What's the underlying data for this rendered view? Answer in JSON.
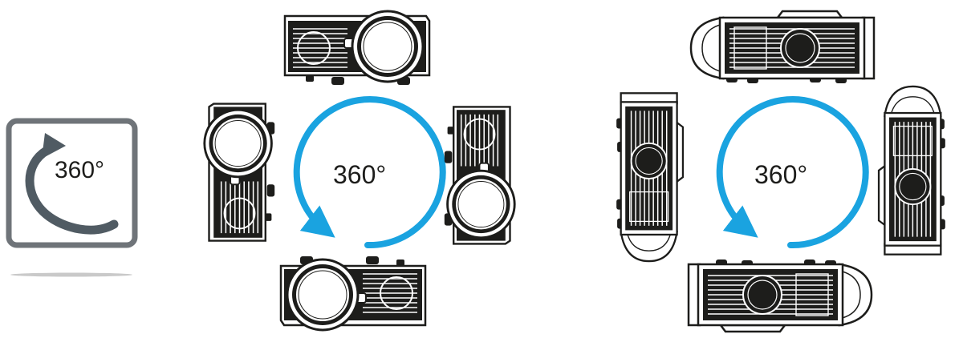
{
  "icon": {
    "label": "360°",
    "frame_color": "#6f7479",
    "arrow_color": "#505b63",
    "shadow_color": "#c9c9c9"
  },
  "front_rotation": {
    "label": "360°",
    "circle_color": "#1aa3e0",
    "projector_color": "#1d1d1b"
  },
  "side_rotation": {
    "label": "360°",
    "circle_color": "#1aa3e0",
    "projector_color": "#1d1d1b"
  }
}
